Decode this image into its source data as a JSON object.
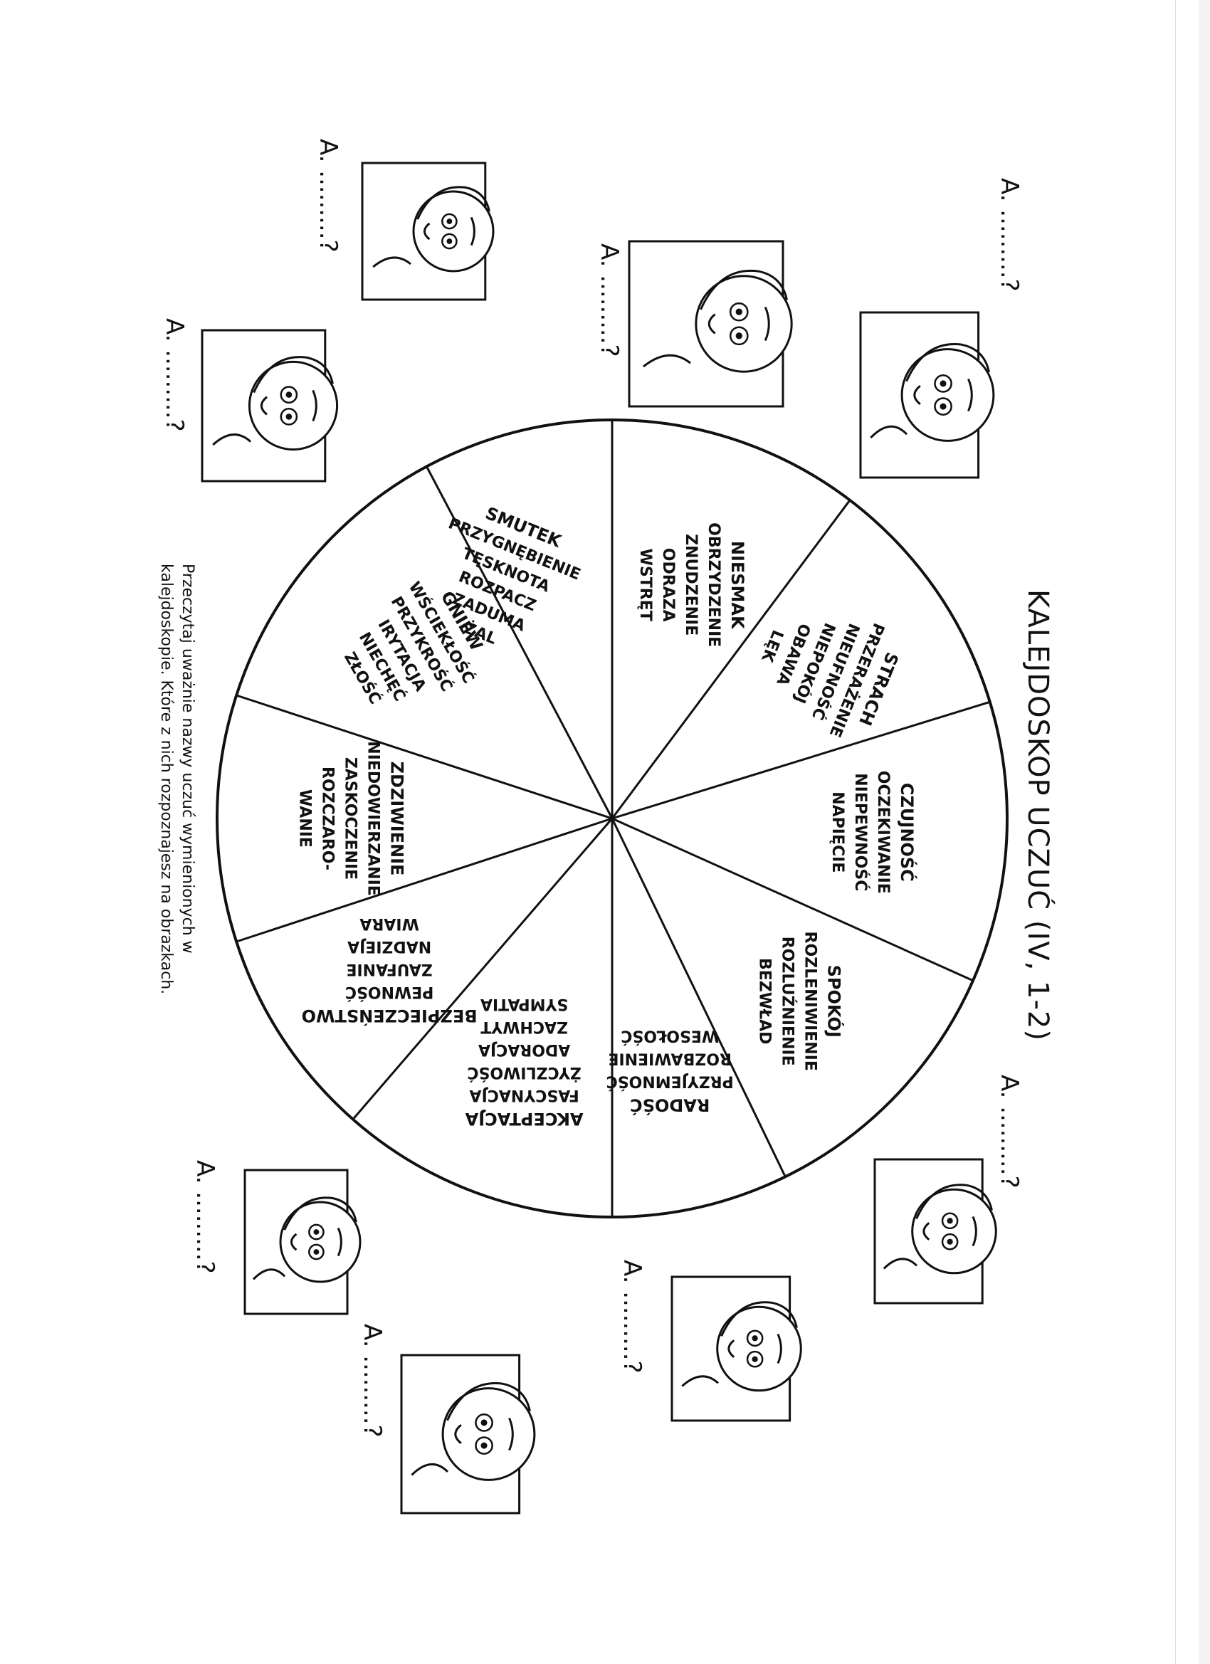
{
  "worksheet": {
    "title": "KALEJDOSKOP UCZUĆ (IV, 1-2)",
    "instruction_lines": [
      "Przeczytaj uważnie nazwy uczuć wymienionych w",
      "kalejdoskopie. Które z nich rozpoznajesz na obrazkach."
    ],
    "answer_prompt": "A. .........?"
  },
  "wheel": {
    "segments": [
      {
        "title": "NIESMAK",
        "words": [
          "OBRZYDZENIE",
          "ZNUDZENIE",
          "ODRAZA",
          "WSTRĘT"
        ]
      },
      {
        "title": "STRACH",
        "words": [
          "PRZERAŻENIE",
          "NIEUFNOŚĆ",
          "NIEPOKÓJ",
          "OBAWA",
          "LĘK"
        ]
      },
      {
        "title": "CZUJNOŚĆ",
        "words": [
          "OCZEKIWANIE",
          "NIEPEWNOŚĆ",
          "NAPIĘCIE"
        ]
      },
      {
        "title": "SPOKÓJ",
        "words": [
          "ROZLENIWIENIE",
          "ROZLUŹNIENIE",
          "BEZWŁAD"
        ]
      },
      {
        "title": "RADOŚĆ",
        "words": [
          "PRZYJEMNOŚĆ",
          "ROZBAWIENIE",
          "WESOŁOŚĆ"
        ]
      },
      {
        "title": "AKCEPTACJA",
        "words": [
          "FASCYNACJA",
          "ŻYCZLIWOŚĆ",
          "ADORACJA",
          "ZACHWYT",
          "SYMPATIA"
        ]
      },
      {
        "title": "BEZPIECZEŃSTWO",
        "words": [
          "PEWNOŚĆ",
          "ZAUFANIE",
          "NADZIEJA",
          "WIARA"
        ]
      },
      {
        "title": "ZDZIWIENIE",
        "words": [
          "NIEDOWIERZANIE",
          "ZASKOCZENIE",
          "ROZCZARO-",
          "WANIE"
        ]
      },
      {
        "title": "GNIEW",
        "words": [
          "WŚCIEKŁOŚĆ",
          "PRZYKROŚĆ",
          "IRYTACJA",
          "NIECHĘĆ",
          "ZŁOŚĆ"
        ]
      },
      {
        "title": "SMUTEK",
        "words": [
          "PRZYGNĘBIENIE",
          "TĘSKNOTA",
          "ROZPACZ",
          "ZADUMA",
          "ŻAL"
        ]
      }
    ]
  },
  "pictures": [
    {
      "icon": "boy-stop-hand-icon"
    },
    {
      "icon": "girl-hand-mouth-icon"
    },
    {
      "icon": "boy-covering-face-icon"
    },
    {
      "icon": "boy-clenched-fists-icon"
    },
    {
      "icon": "boy-shouting-icon"
    },
    {
      "icon": "girl-laughing-icon"
    },
    {
      "icon": "boy-hugging-self-icon"
    },
    {
      "icon": "girl-thinking-icon"
    }
  ]
}
